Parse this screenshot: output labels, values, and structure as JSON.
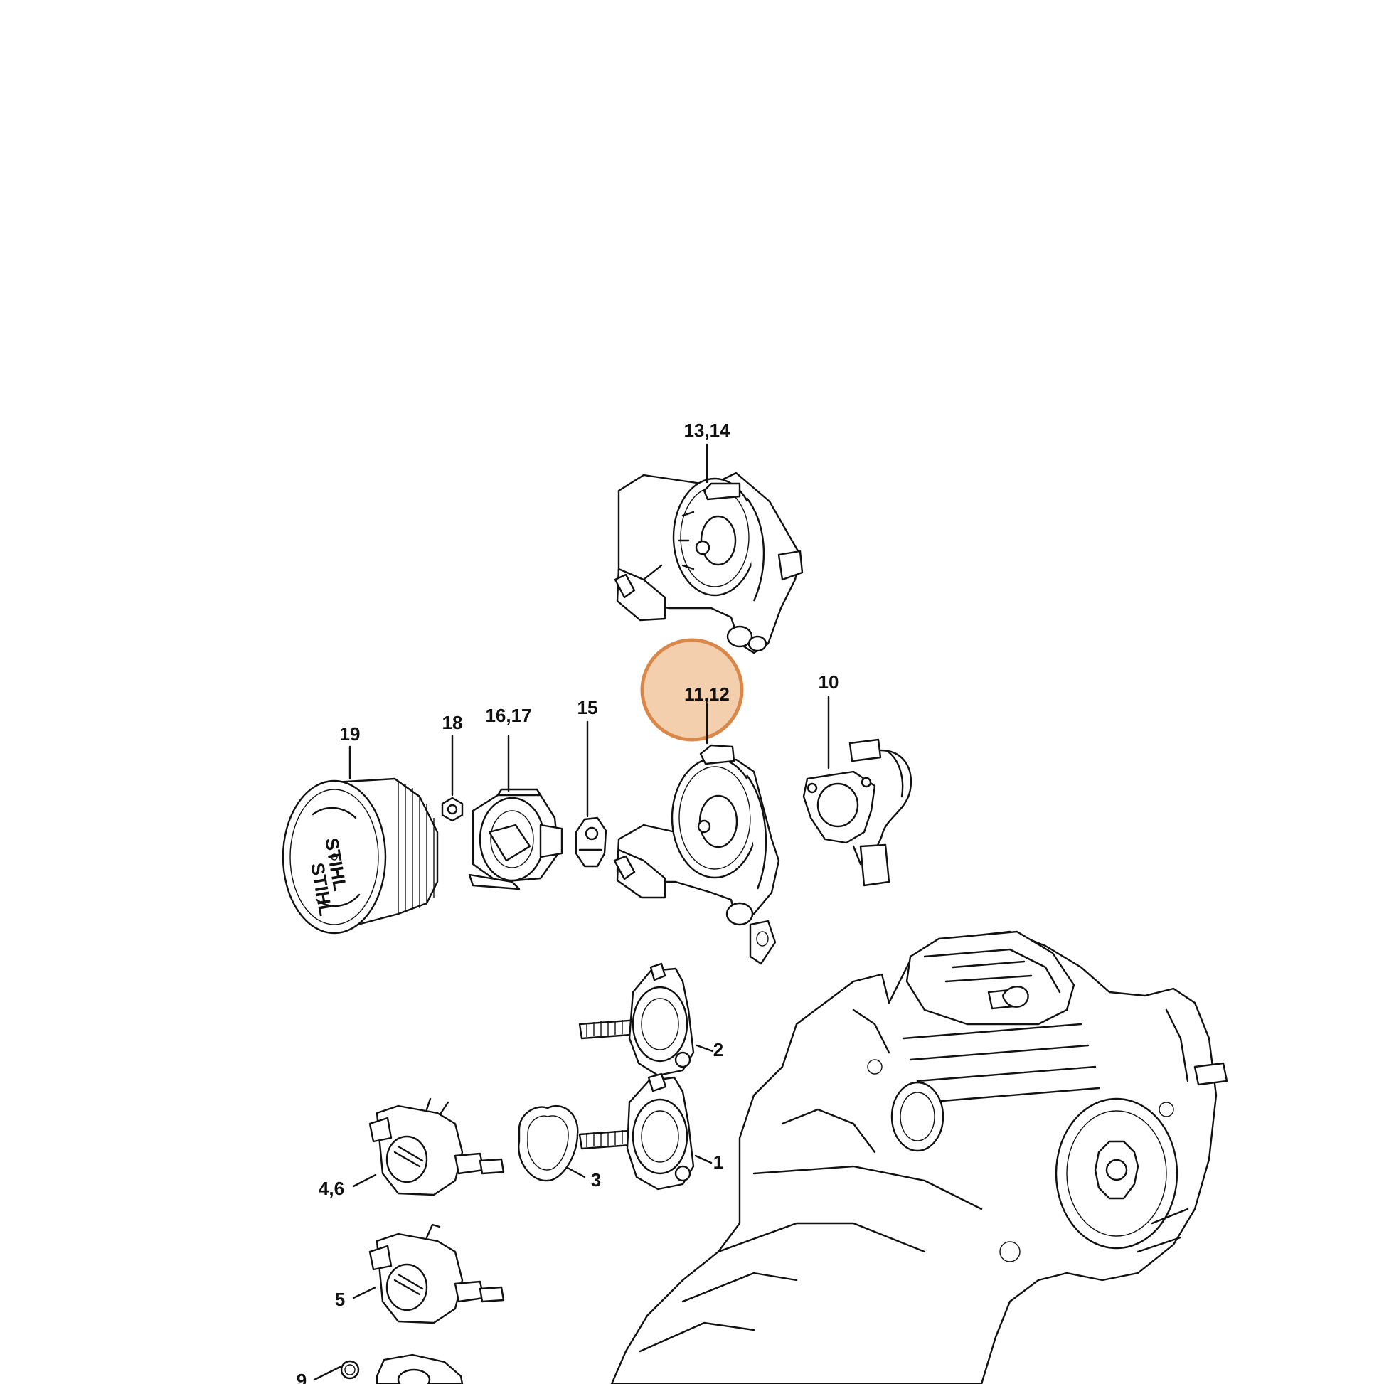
{
  "diagram": {
    "labels": {
      "l13_14": "13,14",
      "l11_12": "11,12",
      "l10": "10",
      "l19": "19",
      "l18": "18",
      "l16_17": "16,17",
      "l15": "15",
      "l2": "2",
      "l1": "1",
      "l3": "3",
      "l4_6": "4,6",
      "l5": "5",
      "l9": "9"
    },
    "highlight": {
      "part": "11,12",
      "color": "#d9884a",
      "fill": "#f3cfae"
    },
    "filter_brand": "STIHL"
  }
}
